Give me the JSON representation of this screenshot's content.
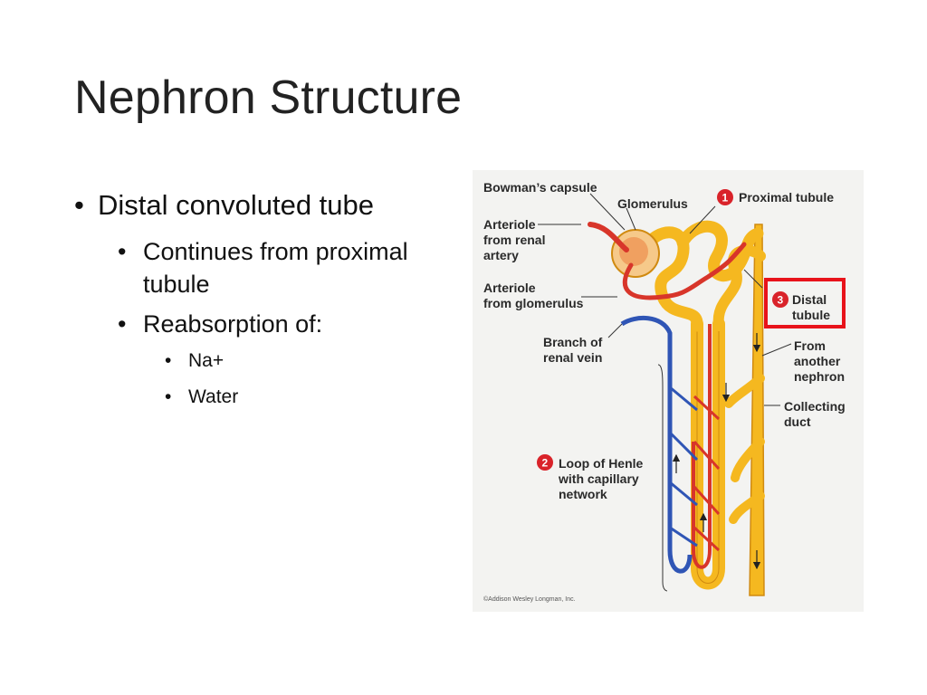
{
  "slide": {
    "title": "Nephron Structure",
    "bullets": {
      "main": "Distal convoluted tube",
      "sub1": "Continues from proximal tubule",
      "sub2": "Reabsorption of:",
      "sub2_items": [
        "Na+",
        "Water"
      ]
    }
  },
  "figure": {
    "labels": {
      "bowmans_capsule": "Bowman’s capsule",
      "glomerulus": "Glomerulus",
      "proximal_tubule": "Proximal tubule",
      "arteriole_renal_l1": "Arteriole",
      "arteriole_renal_l2": "from renal",
      "arteriole_renal_l3": "artery",
      "arteriole_glom_l1": "Arteriole",
      "arteriole_glom_l2": "from glomerulus",
      "distal_l1": "Distal",
      "distal_l2": "tubule",
      "renal_vein_l1": "Branch of",
      "renal_vein_l2": "renal vein",
      "from_nephron_l1": "From",
      "from_nephron_l2": "another",
      "from_nephron_l3": "nephron",
      "collecting_l1": "Collecting",
      "collecting_l2": "duct",
      "loop_l1": "Loop of Henle",
      "loop_l2": "with capillary",
      "loop_l3": "network"
    },
    "markers": {
      "one": "1",
      "two": "2",
      "three": "3"
    },
    "credit": "©Addison Wesley Longman, Inc.",
    "colors": {
      "tubule": "#f5b820",
      "tubule_edge": "#d08a10",
      "artery": "#d8352a",
      "vein": "#2f55b5",
      "marker": "#d9232a",
      "highlight": "#e8131b"
    }
  }
}
